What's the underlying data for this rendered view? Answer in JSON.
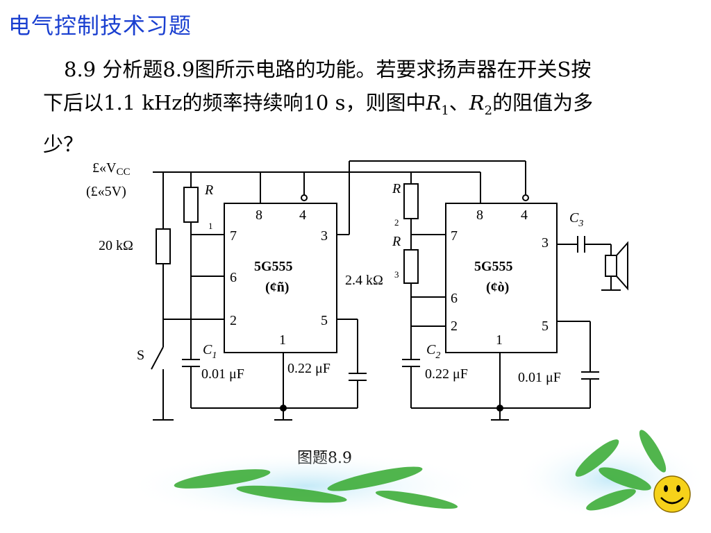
{
  "title": "电气控制技术习题",
  "problem": {
    "number": "8.9",
    "line1": "分析题8.9图所示电路的功能。若要求扬声器在开关S按",
    "line2_a": "下后以1.1 kHz的频率持续响10 s，则图中",
    "r1": "R",
    "r1_sub": "1",
    "sep": "、",
    "r2": "R",
    "r2_sub": "2",
    "line2_b": "的阻值为多",
    "line3": "少？"
  },
  "circuit": {
    "vcc_label": "£«V",
    "vcc_sub": "CC",
    "vcc_value": "(£«5V)",
    "res_20k": "20 kΩ",
    "switch_label": "S",
    "r1_label": "R",
    "r1_sub": "1",
    "r2_label": "R",
    "r2_sub": "2",
    "r3_label": "R",
    "r3_sub": "3",
    "r3_value": "2.4 kΩ",
    "c1_label": "C",
    "c1_sub": "1",
    "c1_value": "0.01 μF",
    "c_mid1_value": "0.22 μF",
    "c2_label": "C",
    "c2_sub": "2",
    "c2_value": "0.22 μF",
    "c_right_value": "0.01 μF",
    "c3_label": "C",
    "c3_sub": "3",
    "chip1": {
      "name": "5G555",
      "sub": "(¢ñ)",
      "pins": {
        "p8": "8",
        "p4": "4",
        "p7": "7",
        "p3": "3",
        "p6": "6",
        "p2": "2",
        "p5": "5",
        "p1": "1"
      }
    },
    "chip2": {
      "name": "5G555",
      "sub": "(¢ò)",
      "pins": {
        "p8": "8",
        "p4": "4",
        "p7": "7",
        "p3": "3",
        "p6": "6",
        "p2": "2",
        "p5": "5",
        "p1": "1"
      }
    }
  },
  "caption": "图题8.9",
  "colors": {
    "title": "#1a3fd0",
    "leaf": "#3fae3a",
    "smiley": "#f6d21a"
  }
}
